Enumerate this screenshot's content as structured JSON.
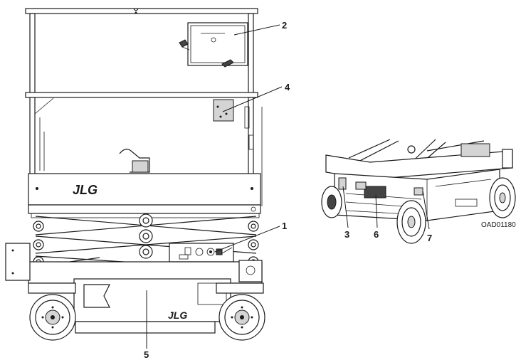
{
  "figure_id": "OAD01180",
  "logos": {
    "platform": "JLG",
    "base": "JLG"
  },
  "callouts": [
    {
      "id": "1",
      "label": "1"
    },
    {
      "id": "2",
      "label": "2"
    },
    {
      "id": "3",
      "label": "3"
    },
    {
      "id": "4",
      "label": "4"
    },
    {
      "id": "5",
      "label": "5"
    },
    {
      "id": "6",
      "label": "6"
    },
    {
      "id": "7",
      "label": "7"
    }
  ]
}
